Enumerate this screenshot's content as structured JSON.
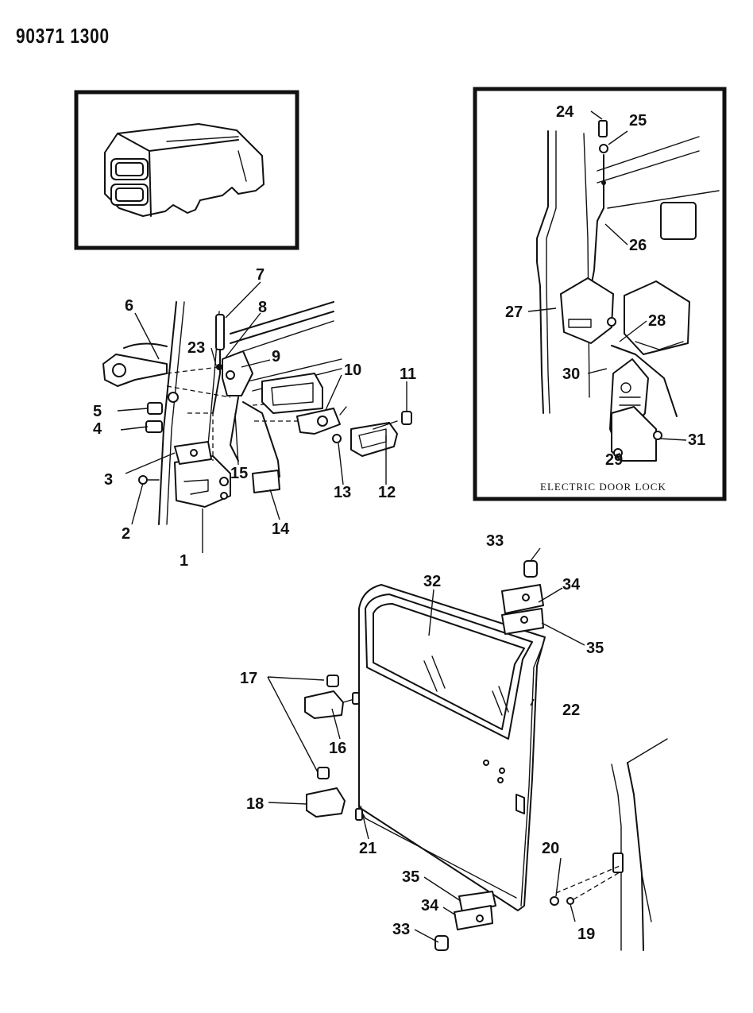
{
  "header": {
    "code": "90371 1300"
  },
  "electric_lock": {
    "caption": "ELECTRIC DOOR LOCK"
  },
  "callouts": {
    "c1": "1",
    "c2": "2",
    "c3": "3",
    "c4": "4",
    "c5": "5",
    "c6": "6",
    "c7": "7",
    "c8": "8",
    "c9": "9",
    "c10": "10",
    "c11": "11",
    "c12": "12",
    "c13": "13",
    "c14": "14",
    "c15": "15",
    "c16": "16",
    "c17": "17",
    "c18": "18",
    "c19": "19",
    "c20": "20",
    "c21": "21",
    "c22": "22",
    "c23": "23",
    "c24": "24",
    "c25": "25",
    "c26": "26",
    "c27": "27",
    "c28": "28",
    "c29": "29",
    "c30": "30",
    "c31": "31",
    "c32": "32",
    "c33a": "33",
    "c33b": "33",
    "c34a": "34",
    "c34b": "34",
    "c35a": "35",
    "c35b": "35"
  }
}
